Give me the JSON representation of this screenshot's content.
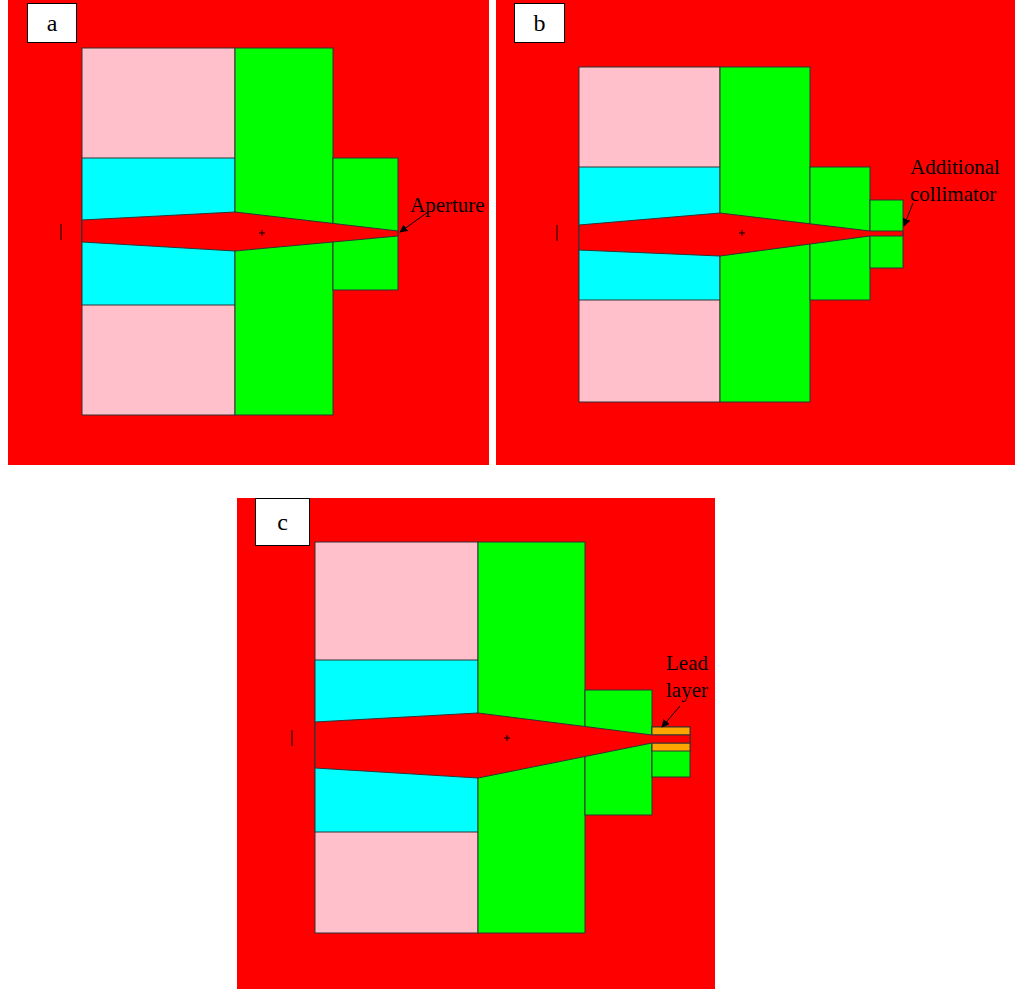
{
  "diagram": {
    "nodes": [
      {
        "text": [
          "a"
        ]
      },
      {
        "text": [
          "b"
        ]
      },
      {
        "text": [
          "c"
        ]
      }
    ],
    "labels": [
      "Aperture",
      "Additional collimator",
      "Lead layer"
    ]
  }
}
